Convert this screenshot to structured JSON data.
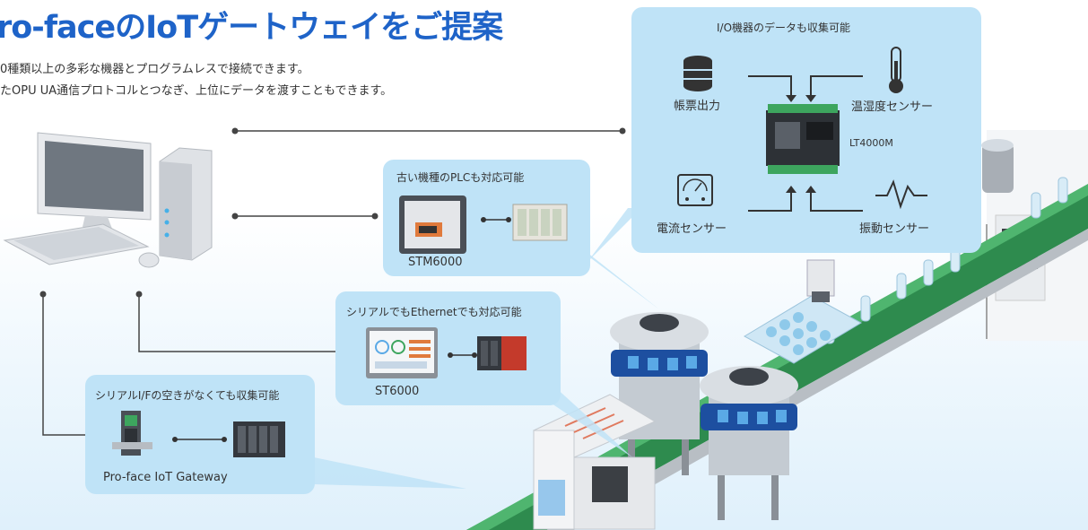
{
  "header": {
    "title": "ro-faceのIoTゲートウェイをご提案",
    "desc_line1": "0種類以上の多彩な機器とプログラムレスで接続できます。",
    "desc_line2": "たOPU UA通信プロトコルとつなぎ、上位にデータを渡すこともできます。"
  },
  "callouts": {
    "lt4000m": {
      "title": "I/O機器のデータも収集可能",
      "device": "LT4000M",
      "items": {
        "report": "帳票出力",
        "temp": "温湿度センサー",
        "current": "電流センサー",
        "vibration": "振動センサー"
      }
    },
    "stm6000": {
      "title": "古い機種のPLCも対応可能",
      "device": "STM6000"
    },
    "st6000": {
      "title": "シリアルでもEthernetでも対応可能",
      "device": "ST6000"
    },
    "gateway": {
      "title": "シリアルI/Fの空きがなくても収集可能",
      "device": "Pro-face IoT Gateway"
    }
  },
  "colors": {
    "title": "#1e63c8",
    "callout_bg": "#bfe3f7",
    "conveyor": "#2e8b4e",
    "machine_band": "#1d4fa0"
  },
  "icons": [
    "database-icon",
    "thermometer-icon",
    "ammeter-icon",
    "vibration-icon"
  ]
}
